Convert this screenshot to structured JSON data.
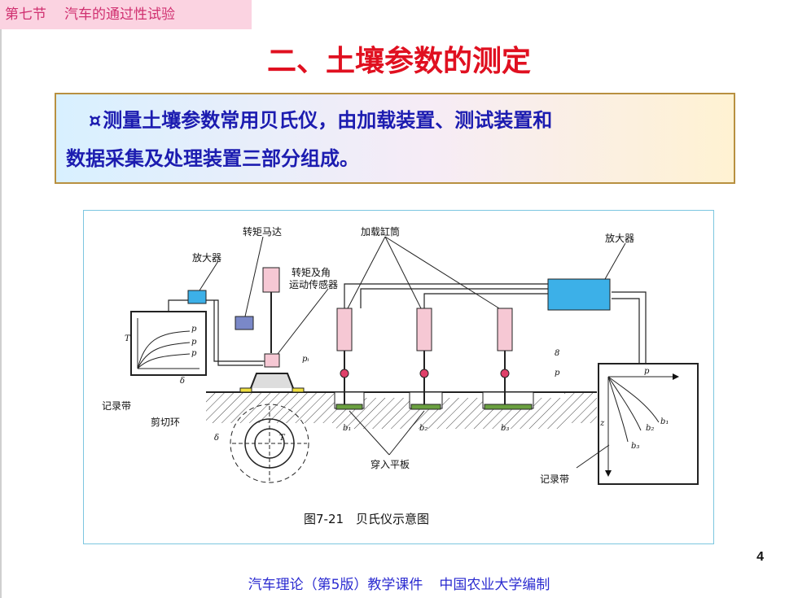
{
  "header": {
    "section_label": "第七节",
    "section_title": "汽车的通过性试验"
  },
  "title": "二、土壤参数的测定",
  "intro": {
    "bullet_symbol": "¤",
    "line1": "测量土壤参数常用贝氏仪，由加载装置、测试装置和",
    "line2": "数据采集及处理装置三部分组成。"
  },
  "diagram": {
    "caption": "图7-21　贝氏仪示意图",
    "labels": {
      "torque_motor": "转矩马达",
      "load_cylinder": "加载缸筒",
      "amplifier_left": "放大器",
      "amplifier_right": "放大器",
      "torque_sensor_line1": "转矩及角",
      "torque_sensor_line2": "运动传感器",
      "recorder_left": "记录带",
      "recorder_right": "记录带",
      "shear_ring": "剪切环",
      "penetration_plate": "穿入平板"
    },
    "symbols": {
      "T": "T",
      "delta": "δ",
      "p1": "p",
      "p2": "p",
      "p3": "p",
      "p_i": "pᵢ",
      "p_main": "p",
      "p_right": "p",
      "b1": "b₁",
      "b2": "b₂",
      "b3": "b₃",
      "z": "z",
      "num8": "8"
    }
  },
  "page_number": "4",
  "footer": {
    "course": "汽车理论（第5版）教学课件",
    "publisher": "中国农业大学编制"
  },
  "colors": {
    "title_red": "#e01020",
    "tab_pink": "#fbd3e1",
    "text_blue": "#1c1cb0",
    "footer_blue": "#2b2bd0",
    "amplifier_blue": "#3cb0e8",
    "cylinder_pink": "#f6c8d4",
    "plate_green": "#6aa040"
  }
}
